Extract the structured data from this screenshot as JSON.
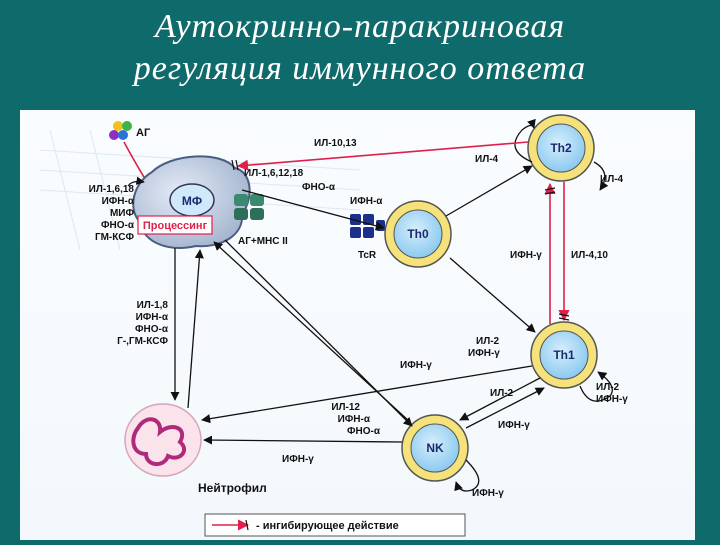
{
  "title": {
    "line1": "Аутокринно-паракриновая",
    "line2": "регуляция иммунного ответа"
  },
  "colors": {
    "background": "#0f6b6b",
    "inhibition": "#e0204a",
    "cell_ring": "#f5e27a",
    "cell_core": "#a9d7f5"
  },
  "cells": {
    "mf": "МФ",
    "th0": "Th0",
    "th1": "Th1",
    "th2": "Th2",
    "nk": "NK",
    "neutrophil": "Нейтрофил"
  },
  "labels": {
    "ag": "АГ",
    "processing": "Процессинг",
    "ag_mhc": "АГ+МНС II",
    "tcr": "TcR",
    "mf_auto_1": "ИЛ-1,6,18",
    "mf_auto_2": "ИФН-α",
    "mf_auto_3": "МИФ",
    "mf_auto_4": "ФНО-α",
    "mf_auto_5": "ГМ-КСФ",
    "mf_th0_1": "ИЛ-1,6,12,18",
    "mf_th0_2": "ФНО-α",
    "mf_th0_3": "ИФН-α",
    "th2_mf": "ИЛ-10,13",
    "th0_th2": "ИЛ-4",
    "th2_self": "ИЛ-4",
    "th1_th2": "ИФН-γ",
    "th2_th1": "ИЛ-4,10",
    "th0_th1_1": "ИЛ-2",
    "th0_th1_2": "ИФН-γ",
    "th1_self_1": "ИЛ-2",
    "th1_self_2": "ИФН-γ",
    "th1_nk": "ИЛ-2",
    "nk_th1": "ИФН-γ",
    "th1_mf": "ИФН-γ",
    "mf_neu_1": "ИЛ-1,8",
    "mf_neu_2": "ИФН-α",
    "mf_neu_3": "ФНО-α",
    "mf_neu_4": "Г-,ГМ-КСФ",
    "mf_nk_1": "ИЛ-12",
    "mf_nk_2": "ИФН-α",
    "mf_nk_3": "ФНО-α",
    "nk_neu": "ИФН-γ",
    "nk_self": "ИФН-γ"
  },
  "legend": {
    "text": "- ингибирующее действие"
  }
}
